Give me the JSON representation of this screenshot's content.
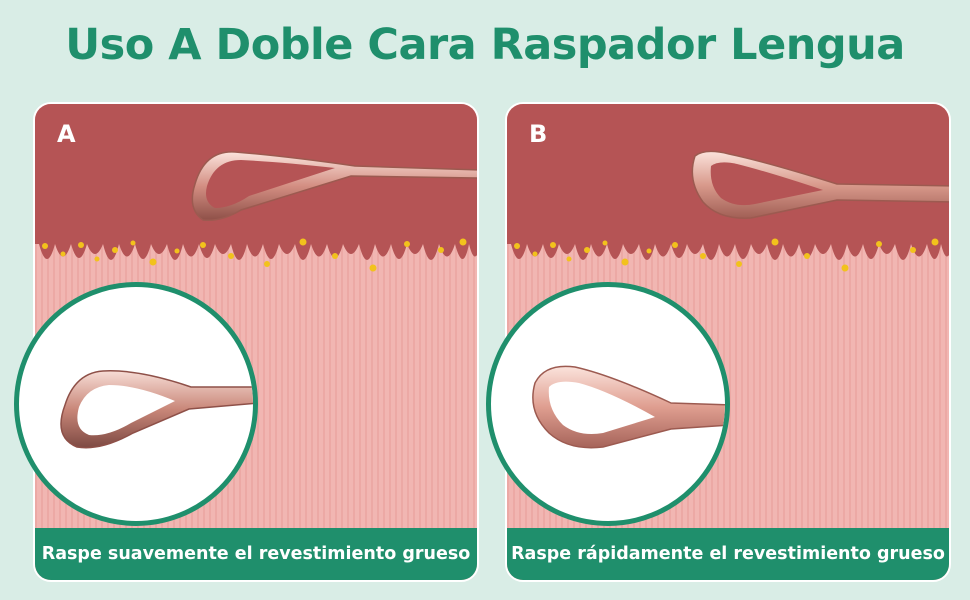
{
  "title": "Uso A Doble Cara Raspador Lengua",
  "panels": [
    {
      "letter": "A",
      "caption": "Raspe suavemente el revestimiento grueso"
    },
    {
      "letter": "B",
      "caption": "Raspe rápidamente el revestimiento grueso"
    }
  ],
  "colors": {
    "accent": "#1f8f6c",
    "tongue_surface": "#b55455",
    "tongue_tissue": "#f1b6b2",
    "coating_dots": "#f2c21c",
    "scraper": "#d89a8a"
  }
}
